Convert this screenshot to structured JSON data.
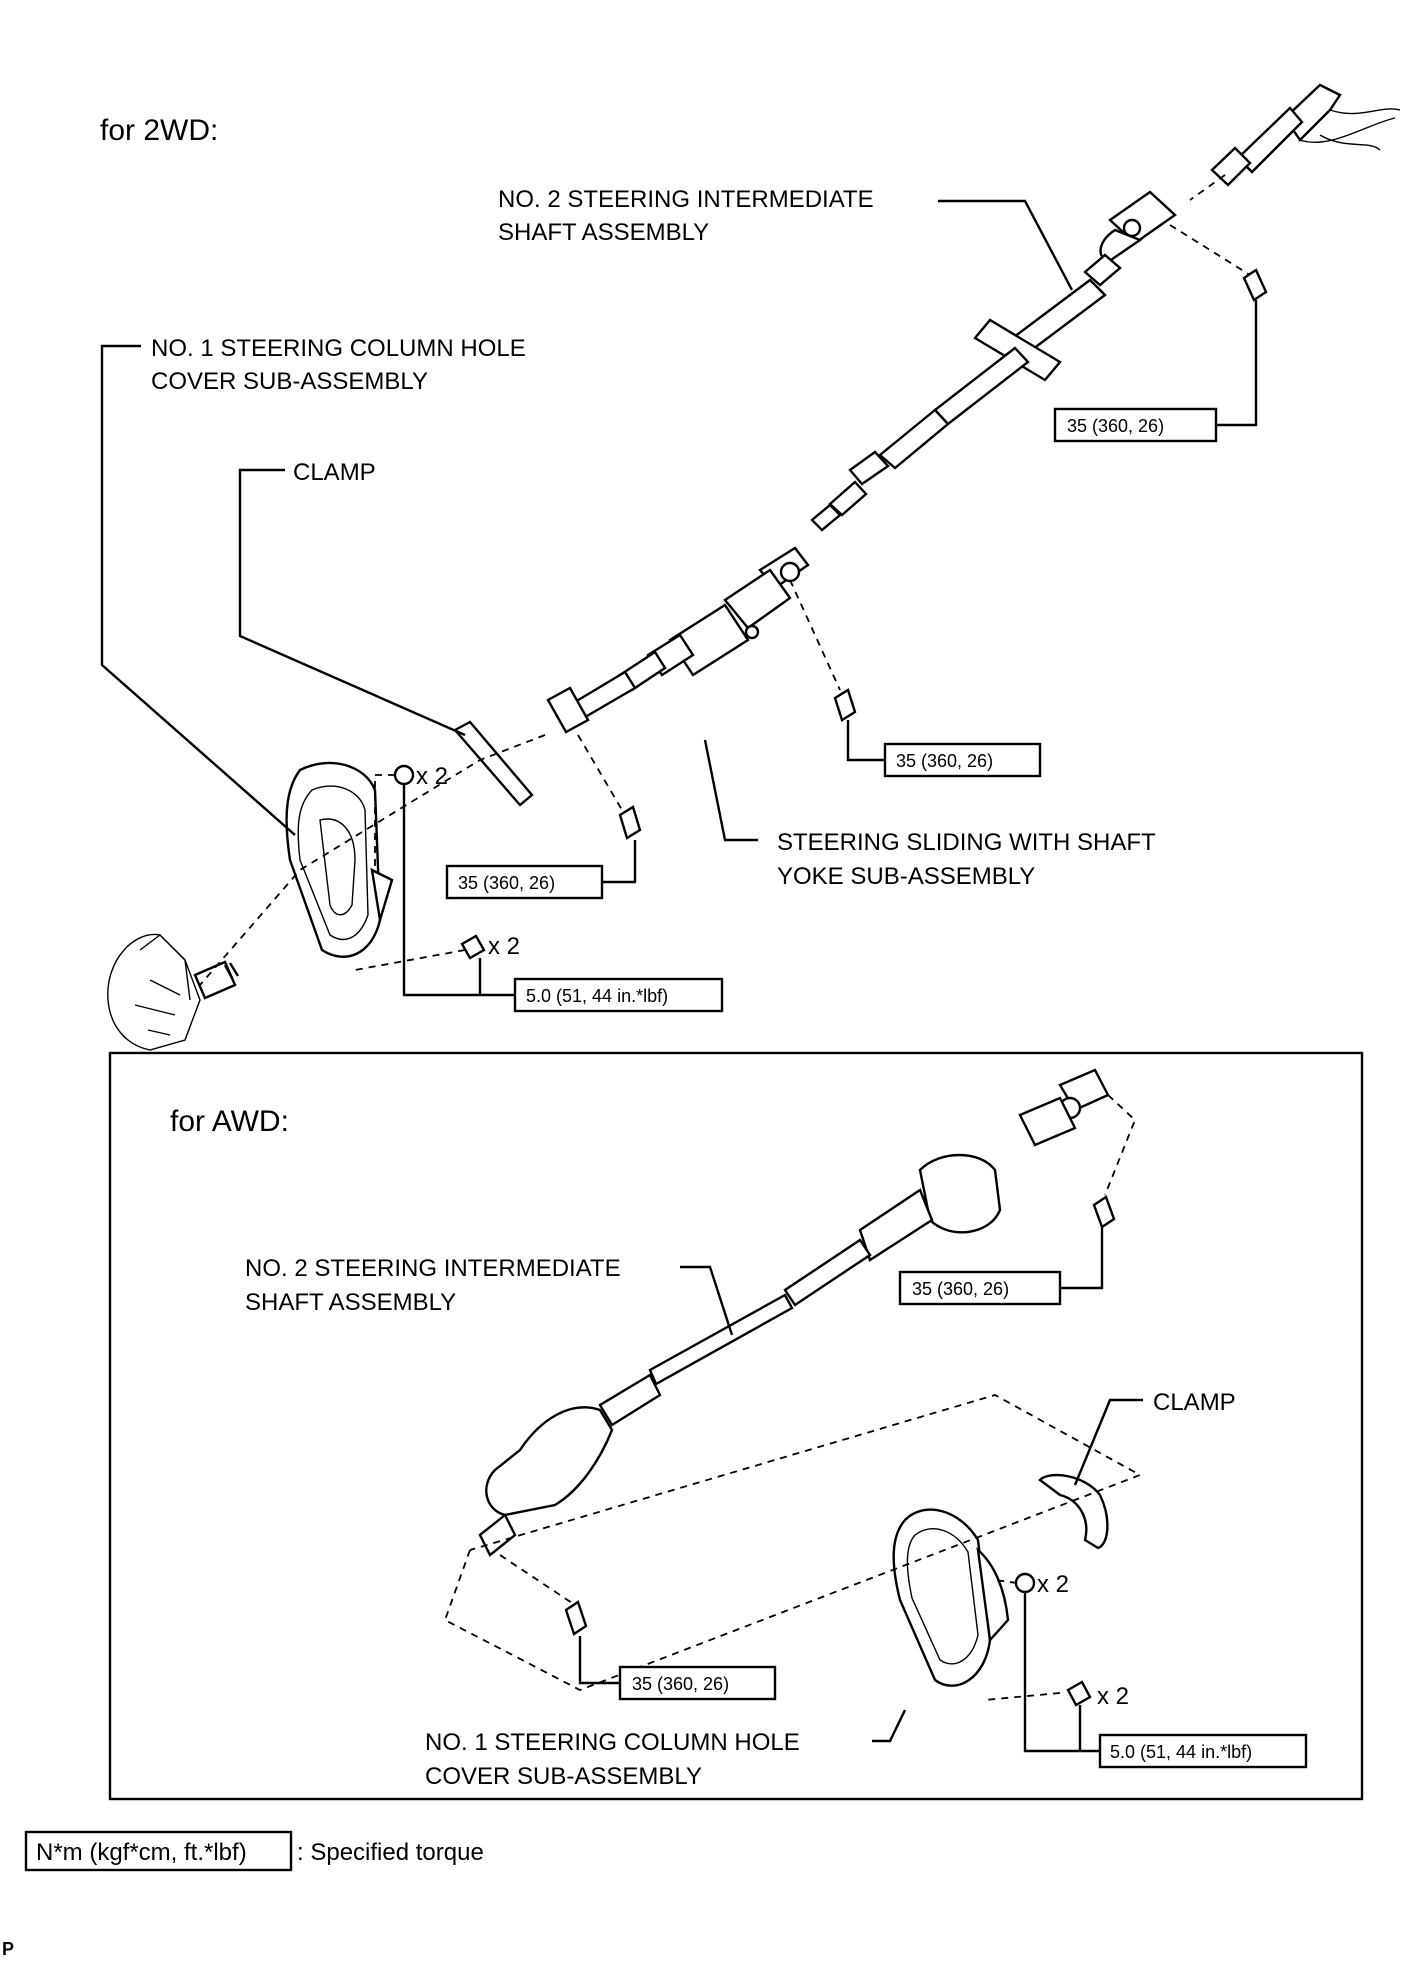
{
  "sections": {
    "twowd": {
      "heading": "for 2WD:",
      "intermediate_shaft": [
        "NO. 2 STEERING INTERMEDIATE",
        "SHAFT ASSEMBLY"
      ],
      "hole_cover": [
        "NO. 1 STEERING COLUMN HOLE",
        "COVER SUB-ASSEMBLY"
      ],
      "clamp": "CLAMP",
      "sliding_yoke": [
        "STEERING SLIDING WITH SHAFT",
        "YOKE SUB-ASSEMBLY"
      ],
      "qty_nut": "x 2",
      "qty_bolt": "x 2",
      "torque_upper": "35 (360, 26)",
      "torque_mid": "35 (360, 26)",
      "torque_lower": "35 (360, 26)",
      "torque_cover": "5.0 (51, 44 in.*lbf)"
    },
    "awd": {
      "heading": "for AWD:",
      "intermediate_shaft": [
        "NO. 2 STEERING INTERMEDIATE",
        "SHAFT ASSEMBLY"
      ],
      "clamp": "CLAMP",
      "hole_cover": [
        "NO. 1 STEERING COLUMN HOLE",
        "COVER SUB-ASSEMBLY"
      ],
      "qty_nut": "x 2",
      "qty_bolt": "x 2",
      "torque_upper": "35 (360, 26)",
      "torque_lower": "35 (360, 26)",
      "torque_cover": "5.0 (51, 44 in.*lbf)"
    }
  },
  "legend": {
    "unit_box": "N*m (kgf*cm, ft.*lbf)",
    "description": ": Specified torque"
  },
  "corner_mark": "P"
}
